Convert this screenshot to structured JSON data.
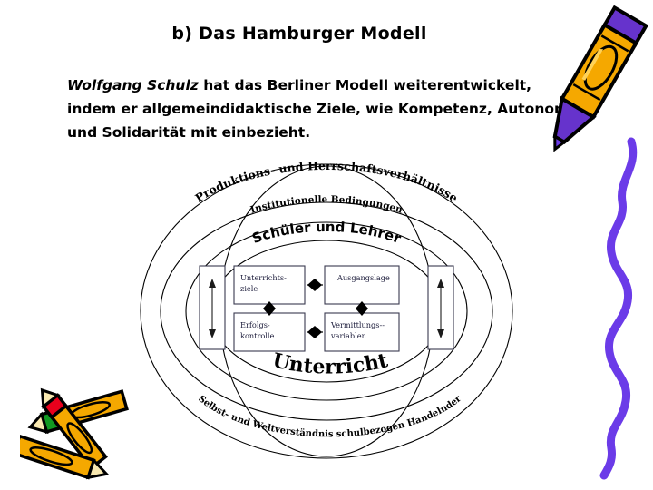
{
  "slide": {
    "title": "b) Das Hamburger Modell",
    "paragraph": {
      "emphasis": "Wolfgang Schulz",
      "line1_rest": " hat das Berliner Modell weiterentwickelt,",
      "line2": "indem er allgemeindidaktische Ziele, wie Kompetenz, Autonomie",
      "line3": "und  Solidarität mit einbezieht."
    }
  },
  "diagram": {
    "rings": [
      {
        "id": "ring-outer",
        "label": "Produktions- und Herrschaftsverhältnisse"
      },
      {
        "id": "ring-middle",
        "label": "Institutionelle Bedingungen"
      },
      {
        "id": "ring-inner",
        "label": "Schüler und Lehrer"
      }
    ],
    "bottom_label": "Selbst- und Weltverständnis schulbezogen Handelnder",
    "center_label": "Unterricht",
    "boxes": [
      {
        "id": "box-unterrichtsziele",
        "line1": "Unterrichts-",
        "line2": "ziele"
      },
      {
        "id": "box-ausgangslage",
        "line1": "Ausgangslage",
        "line2": ""
      },
      {
        "id": "box-erfolgskontrolle",
        "line1": "Erfolgs-",
        "line2": "kontrolle"
      },
      {
        "id": "box-vermittlungsvariablen",
        "line1": "Vermittlungs--",
        "line2": "variablen"
      }
    ],
    "side_boxes": [
      {
        "id": "side-box-left"
      },
      {
        "id": "side-box-right"
      }
    ]
  },
  "decorations": {
    "crayon_top_right": {
      "name": "crayon-yellow-purple"
    },
    "crayons_bottom_left": {
      "name": "crayons-green-red-yellow"
    },
    "squiggle": {
      "name": "purple-squiggle"
    }
  },
  "colors": {
    "crayon_body": "#F5A800",
    "crayon_body_light": "#FFC640",
    "crayon_tip_purple": "#6633CC",
    "crayon_tip_green": "#119922",
    "crayon_tip_red": "#E8001C",
    "squiggle_purple": "#6B3BE8",
    "outline": "#000000",
    "box_text": "#1B1B3A"
  }
}
